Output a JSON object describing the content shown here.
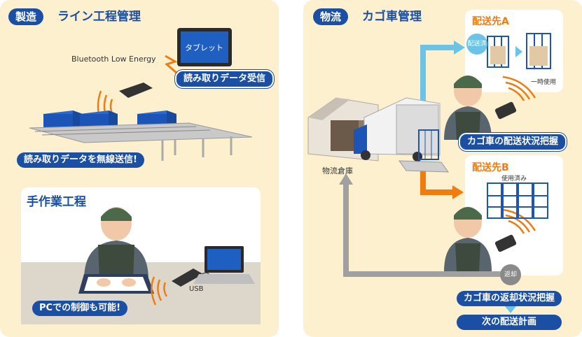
{
  "left_panel": {
    "tag": "製造",
    "title": "ライン工程管理",
    "bluetooth_label": "Bluetooth Low Energy",
    "tablet_screen_label": "タブレット",
    "receive_label": "読み取りデータ受信",
    "wireless_send_label": "読み取りデータを無線送信!",
    "manual": {
      "title": "手作業工程",
      "usb_label": "USB",
      "pc_label": "PCでの制御も可能!"
    }
  },
  "right_panel": {
    "tag": "物流",
    "title": "カゴ車管理",
    "warehouse_label": "物流倉庫",
    "dest_a": {
      "title": "配送先A",
      "delivered_badge": "配送済",
      "temp_use_label": "一時使用",
      "status_label": "カゴ車の配送状況把握"
    },
    "dest_b": {
      "title": "配送先B",
      "used_label": "使用済み",
      "return_badge": "返却"
    },
    "return_status_label": "カゴ車の返却状況把握",
    "next_plan_label": "次の配送計画"
  },
  "colors": {
    "panel_bg": "#fdf0cf",
    "brand_blue": "#1b4fa3",
    "accent_orange": "#f07c10",
    "arrow_cyan": "#6cc3e8",
    "arrow_gray": "#a0a0a0"
  }
}
